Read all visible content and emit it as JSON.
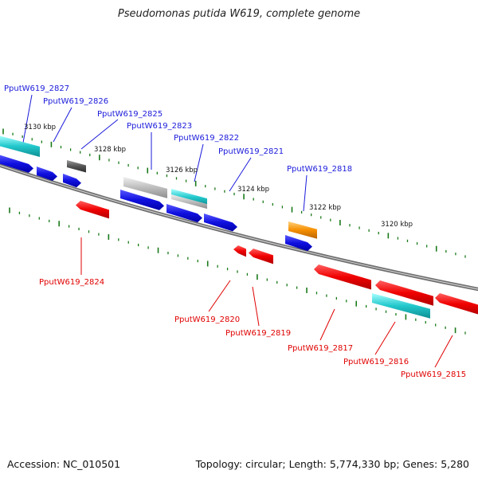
{
  "header": {
    "title": "Pseudomonas putida W619, complete genome"
  },
  "footer": {
    "accession": "Accession: NC_010501",
    "summary": "Topology: circular; Length: 5,774,330 bp; Genes: 5,280"
  },
  "ruler": {
    "unit": "kbp",
    "ticks": [
      {
        "label": "3130 kbp"
      },
      {
        "label": "3128 kbp"
      },
      {
        "label": "3126 kbp"
      },
      {
        "label": "3124 kbp"
      },
      {
        "label": "3122 kbp"
      },
      {
        "label": "3120 kbp"
      }
    ]
  },
  "genes": [
    {
      "label": "PputW619_2827",
      "strand": "+",
      "color": "#1a1adb"
    },
    {
      "label": "PputW619_2826",
      "strand": "+",
      "color": "#1a1adb"
    },
    {
      "label": "PputW619_2825",
      "strand": "+",
      "color": "#1a1adb"
    },
    {
      "label": "PputW619_2823",
      "strand": "+",
      "color": "#1a1adb"
    },
    {
      "label": "PputW619_2822",
      "strand": "+",
      "color": "#1a1adb"
    },
    {
      "label": "PputW619_2821",
      "strand": "+",
      "color": "#1a1adb"
    },
    {
      "label": "PputW619_2818",
      "strand": "+",
      "color": "#1a1adb"
    },
    {
      "label": "PputW619_2824",
      "strand": "-",
      "color": "#e00000"
    },
    {
      "label": "PputW619_2820",
      "strand": "-",
      "color": "#e00000"
    },
    {
      "label": "PputW619_2819",
      "strand": "-",
      "color": "#e00000"
    },
    {
      "label": "PputW619_2817",
      "strand": "-",
      "color": "#e00000"
    },
    {
      "label": "PputW619_2816",
      "strand": "-",
      "color": "#e00000"
    },
    {
      "label": "PputW619_2815",
      "strand": "-",
      "color": "#e00000"
    }
  ],
  "colors": {
    "forward_strand": "#1a1adb",
    "reverse_strand": "#e00000",
    "backbone": "#888888",
    "tick": "#1a7a1a",
    "cog_cyan": "#22c8cc",
    "cog_gray": "#b8b8b8",
    "cog_dark": "#505050",
    "cog_orange": "#f08a00"
  }
}
